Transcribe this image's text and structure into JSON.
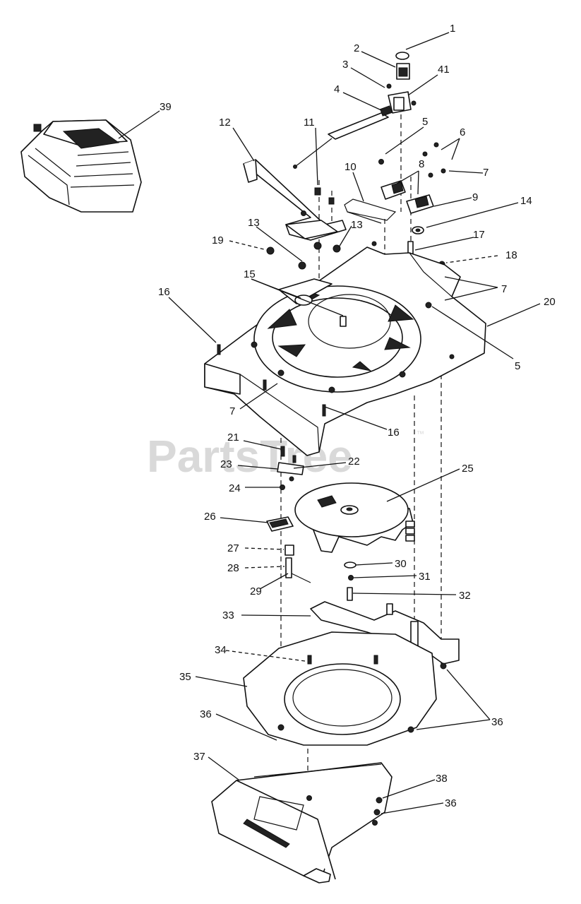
{
  "watermark": {
    "text": "PartsTree",
    "trademark": "™"
  },
  "callouts": [
    {
      "id": "c1",
      "label": "1"
    },
    {
      "id": "c2",
      "label": "2"
    },
    {
      "id": "c3",
      "label": "3"
    },
    {
      "id": "c41",
      "label": "41"
    },
    {
      "id": "c4",
      "label": "4"
    },
    {
      "id": "c39",
      "label": "39"
    },
    {
      "id": "c12",
      "label": "12"
    },
    {
      "id": "c11",
      "label": "11"
    },
    {
      "id": "c5a",
      "label": "5"
    },
    {
      "id": "c6",
      "label": "6"
    },
    {
      "id": "c10",
      "label": "10"
    },
    {
      "id": "c8",
      "label": "8"
    },
    {
      "id": "c7a",
      "label": "7"
    },
    {
      "id": "c9",
      "label": "9"
    },
    {
      "id": "c14",
      "label": "14"
    },
    {
      "id": "c13a",
      "label": "13"
    },
    {
      "id": "c13b",
      "label": "13"
    },
    {
      "id": "c17",
      "label": "17"
    },
    {
      "id": "c19",
      "label": "19"
    },
    {
      "id": "c18",
      "label": "18"
    },
    {
      "id": "c7b",
      "label": "7"
    },
    {
      "id": "c15",
      "label": "15"
    },
    {
      "id": "c16a",
      "label": "16"
    },
    {
      "id": "c20",
      "label": "20"
    },
    {
      "id": "c5b",
      "label": "5"
    },
    {
      "id": "c7c",
      "label": "7"
    },
    {
      "id": "c16b",
      "label": "16"
    },
    {
      "id": "c21",
      "label": "21"
    },
    {
      "id": "c22",
      "label": "22"
    },
    {
      "id": "c23",
      "label": "23"
    },
    {
      "id": "c25",
      "label": "25"
    },
    {
      "id": "c24",
      "label": "24"
    },
    {
      "id": "c26",
      "label": "26"
    },
    {
      "id": "c27",
      "label": "27"
    },
    {
      "id": "c30",
      "label": "30"
    },
    {
      "id": "c28",
      "label": "28"
    },
    {
      "id": "c31",
      "label": "31"
    },
    {
      "id": "c29",
      "label": "29"
    },
    {
      "id": "c32",
      "label": "32"
    },
    {
      "id": "c33",
      "label": "33"
    },
    {
      "id": "c34",
      "label": "34"
    },
    {
      "id": "c35",
      "label": "35"
    },
    {
      "id": "c36a",
      "label": "36"
    },
    {
      "id": "c36b",
      "label": "36"
    },
    {
      "id": "c37",
      "label": "37"
    },
    {
      "id": "c38",
      "label": "38"
    },
    {
      "id": "c36c",
      "label": "36"
    }
  ]
}
